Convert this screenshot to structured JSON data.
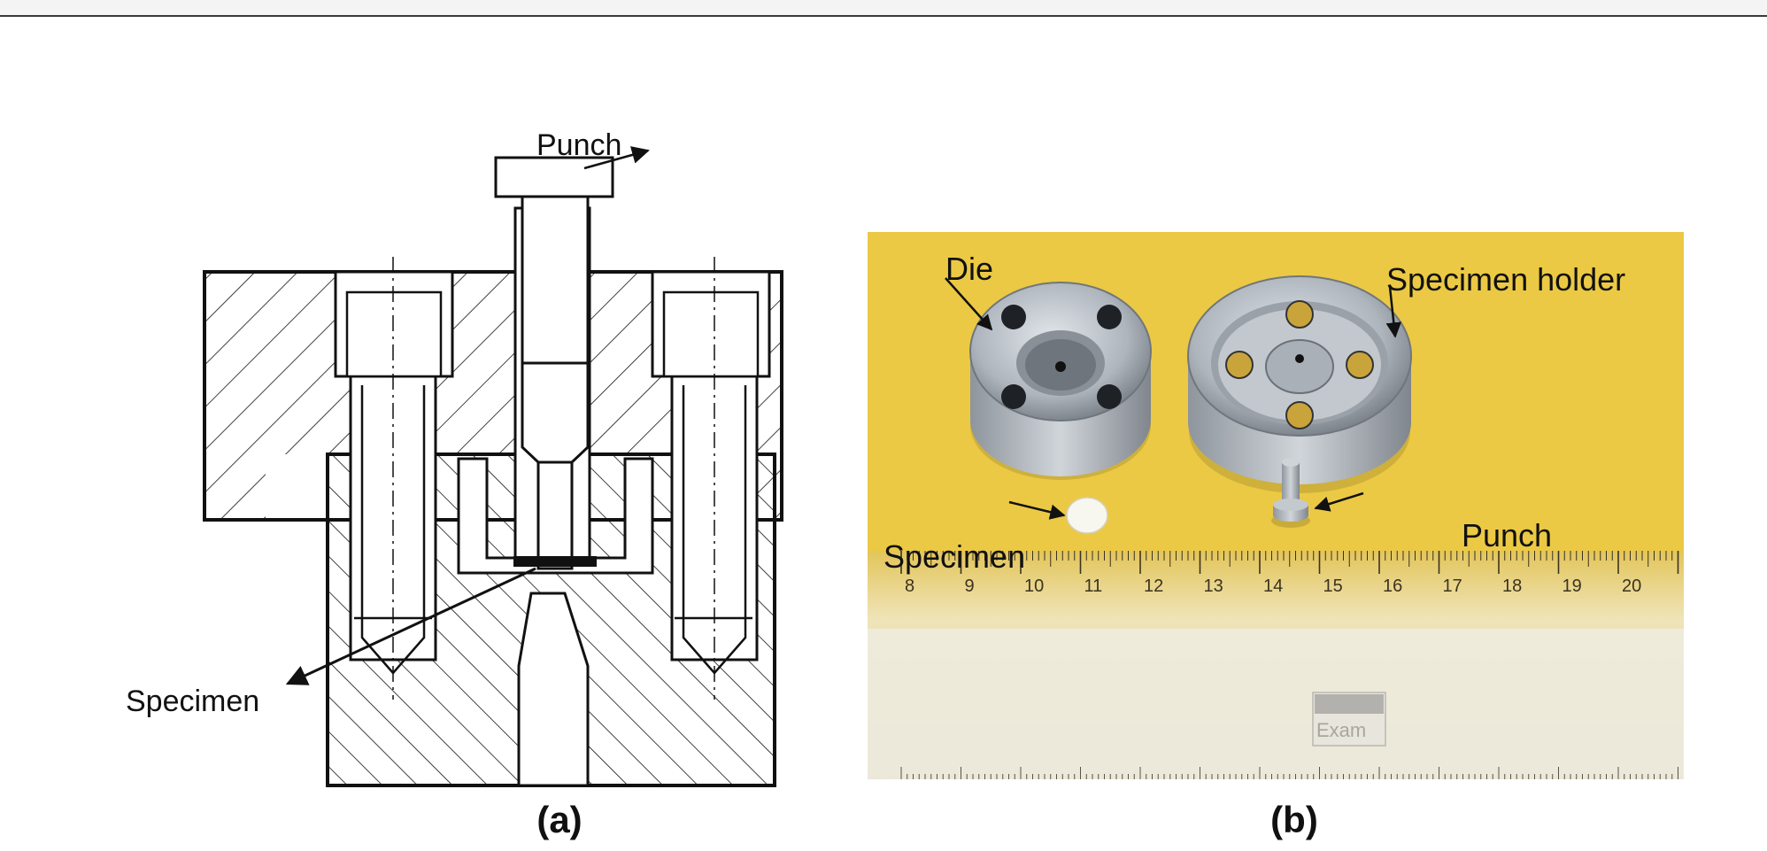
{
  "panel_a": {
    "caption": "(a)",
    "labels": {
      "punch": "Punch",
      "specimen": "Specimen"
    }
  },
  "panel_b": {
    "caption": "(b)",
    "labels": {
      "die": "Die",
      "specimen_holder": "Specimen holder",
      "specimen": "Specimen",
      "punch": "Punch"
    },
    "ruler_numbers": [
      "8",
      "9",
      "10",
      "11",
      "12",
      "13",
      "14",
      "15",
      "16",
      "17",
      "18",
      "19",
      "20"
    ],
    "ruler_brand": "Exam"
  },
  "colors": {
    "photo_background": "#e8c43a",
    "steel": "#b9bfc6",
    "line": "#111111"
  }
}
